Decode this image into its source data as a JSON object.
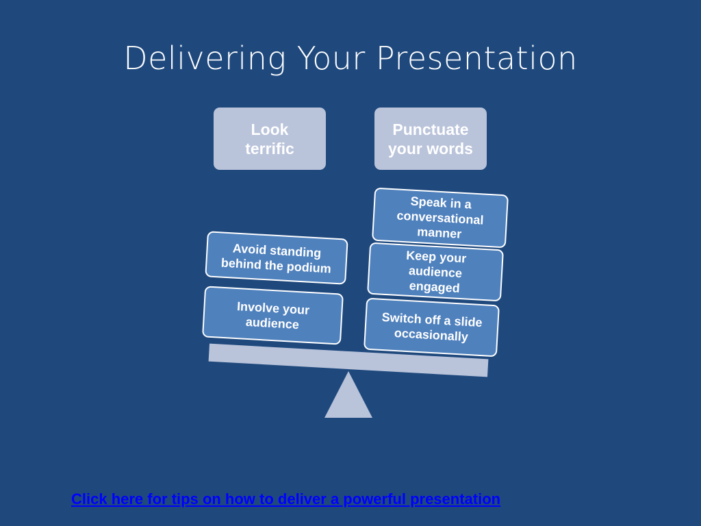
{
  "slide": {
    "title": "Delivering Your Presentation",
    "categories": {
      "left": "Look terrific",
      "right": "Punctuate your words"
    },
    "left_tips": [
      "Avoid standing behind the podium",
      "Involve your audience"
    ],
    "right_tips": [
      "Speak in a conversational manner",
      "Keep your audience engaged",
      "Switch off a slide occasionally"
    ],
    "link_text": "Click here for tips on how to deliver a powerful presentation"
  },
  "colors": {
    "background": "#1f497d",
    "tip_fill": "#4f81bd",
    "head_fill": "#b9c3da",
    "link": "#0000ff"
  },
  "icons": [
    "balance-fulcrum-triangle"
  ]
}
